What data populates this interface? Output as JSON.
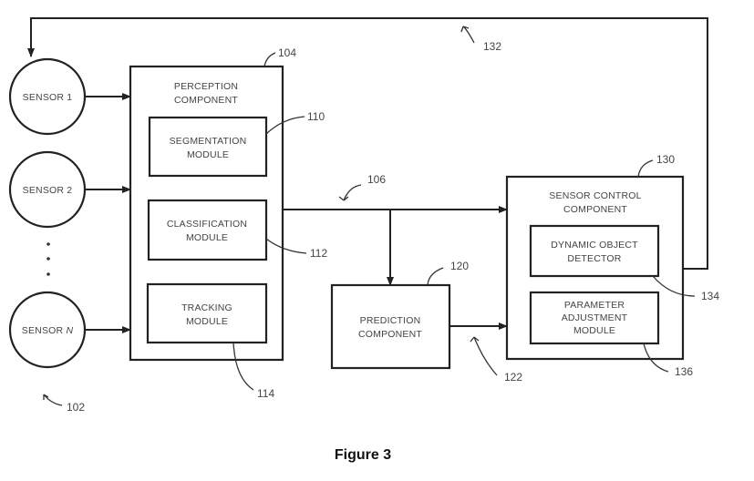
{
  "figure": {
    "caption": "Figure 3",
    "sensors": {
      "sensor_1": "SENSOR 1",
      "sensor_2": "SENSOR 2",
      "sensor_n_prefix": "SENSOR ",
      "sensor_n_var": "N",
      "ellipsis": "···",
      "ref": "102"
    },
    "perception": {
      "title_line1": "PERCEPTION",
      "title_line2": "COMPONENT",
      "ref": "104",
      "segmentation": {
        "line1": "SEGMENTATION",
        "line2": "MODULE",
        "ref": "110"
      },
      "classification": {
        "line1": "CLASSIFICATION",
        "line2": "MODULE",
        "ref": "112"
      },
      "tracking": {
        "line1": "TRACKING",
        "line2": "MODULE",
        "ref": "114"
      }
    },
    "bus_ref": "106",
    "prediction": {
      "line1": "PREDICTION",
      "line2": "COMPONENT",
      "ref": "120",
      "output_ref": "122"
    },
    "sensor_control": {
      "title_line1": "SENSOR CONTROL",
      "title_line2": "COMPONENT",
      "ref": "130",
      "detector": {
        "line1": "DYNAMIC OBJECT",
        "line2": "DETECTOR",
        "ref": "134"
      },
      "parameter": {
        "line1": "PARAMETER",
        "line2": "ADJUSTMENT",
        "line3": "MODULE",
        "ref": "136"
      }
    },
    "feedback_ref": "132"
  }
}
